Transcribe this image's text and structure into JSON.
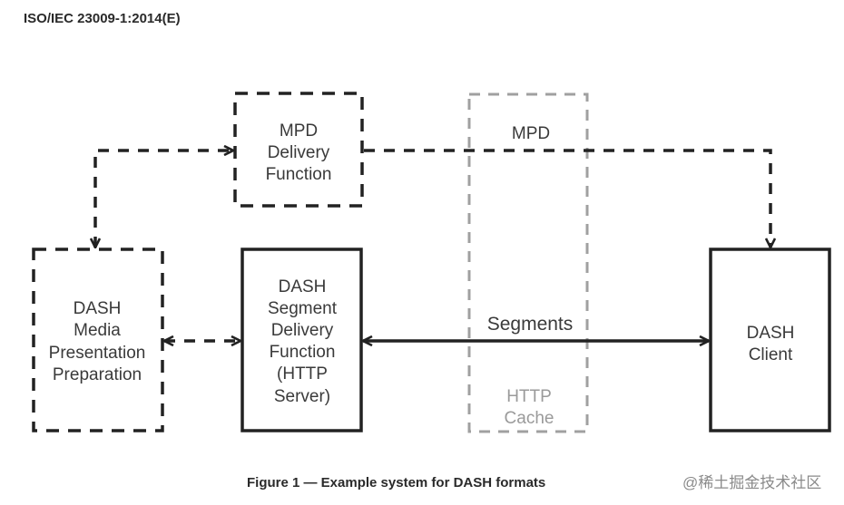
{
  "header": {
    "standard": "ISO/IEC 23009-1:2014(E)"
  },
  "diagram": {
    "nodes": {
      "mpd_delivery": {
        "lines": [
          "MPD",
          "Delivery",
          "Function"
        ],
        "style": "dashed"
      },
      "media_prep": {
        "lines": [
          "DASH",
          "Media",
          "Presentation",
          "Preparation"
        ],
        "style": "dashed"
      },
      "segment_delivery": {
        "lines": [
          "DASH",
          "Segment",
          "Delivery",
          "Function",
          "(HTTP",
          "Server)"
        ],
        "style": "solid"
      },
      "http_cache": {
        "lines": [
          "HTTP",
          "Cache"
        ],
        "style": "dashed-gray"
      },
      "dash_client": {
        "lines": [
          "DASH",
          "Client"
        ],
        "style": "solid"
      }
    },
    "edges": {
      "mpd_label": "MPD",
      "segments_label": "Segments"
    },
    "colors": {
      "ink": "#222222",
      "cache": "#a0a0a0"
    }
  },
  "caption": "Figure 1 — Example system for DASH formats",
  "watermark": "@稀土掘金技术社区"
}
